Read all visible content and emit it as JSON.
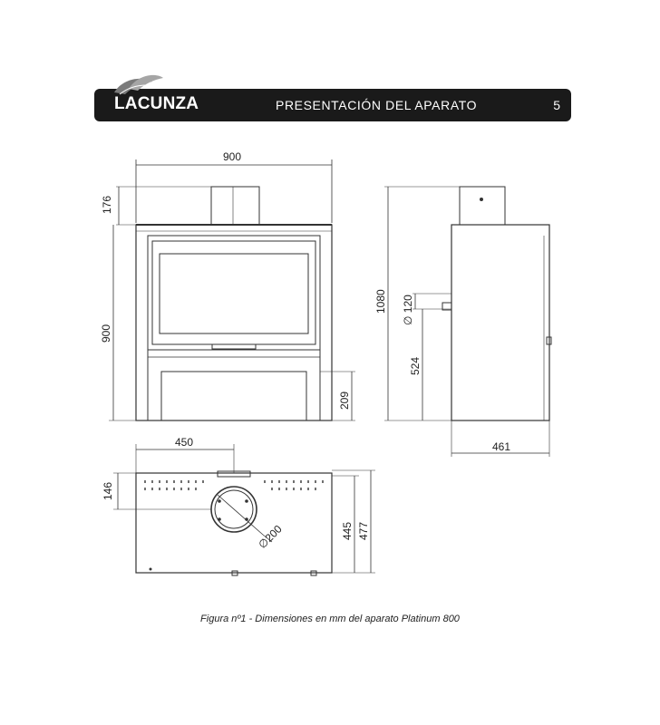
{
  "header": {
    "brand": "LACUNZA",
    "title": "PRESENTACIÓN DEL APARATO",
    "page": "5"
  },
  "dimensions": {
    "front_width": "900",
    "flue_height": "176",
    "front_height": "900",
    "base_height": "209",
    "total_height": "1080",
    "pipe_diameter": "∅ 120",
    "side_height": "524",
    "side_depth": "461",
    "top_offset": "450",
    "top_front": "146",
    "top_depth_inner": "445",
    "top_depth_outer": "477",
    "flue_diameter": "∅200"
  },
  "caption": "Figura nº1 - Dimensiones en mm del aparato Platinum 800",
  "colors": {
    "header_bg": "#1a1a1a",
    "line": "#333333"
  }
}
